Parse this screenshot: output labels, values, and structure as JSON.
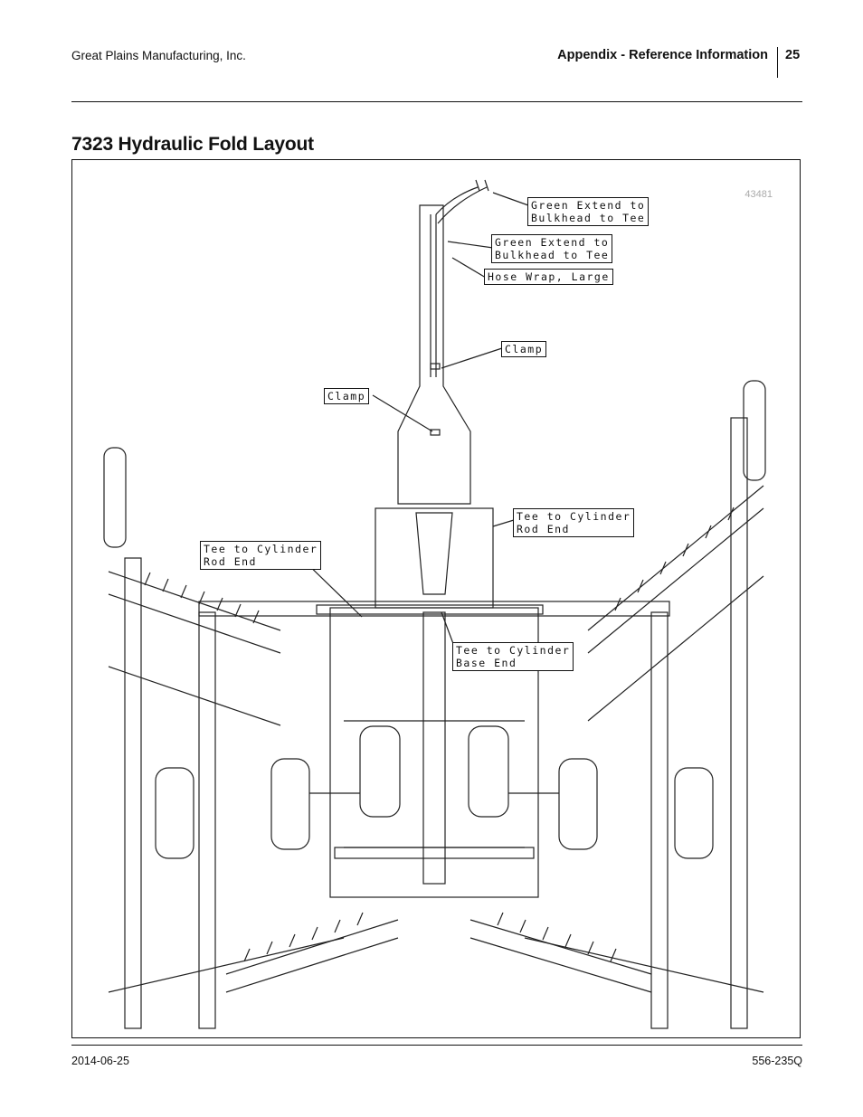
{
  "header": {
    "company": "Great Plains Manufacturing, Inc.",
    "section": "Appendix - Reference Information",
    "page_number": "25"
  },
  "title": "7323 Hydraulic Fold Layout",
  "figure": {
    "id": "43481",
    "callouts": [
      "Green Extend to\nBulkhead to Tee",
      "Green Extend to\nBulkhead to Tee",
      "Hose Wrap, Large",
      "Clamp",
      "Clamp",
      "Tee to Cylinder\nRod End",
      "Tee to Cylinder\nRod End",
      "Tee to Cylinder\nBase End"
    ]
  },
  "footer": {
    "date": "2014-06-25",
    "doc_number": "556-235Q"
  }
}
